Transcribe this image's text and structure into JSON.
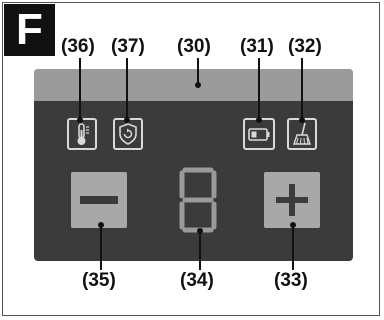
{
  "figure": {
    "letter": "F"
  },
  "callouts": {
    "c36": "(36)",
    "c37": "(37)",
    "c30": "(30)",
    "c31": "(31)",
    "c32": "(32)",
    "c35": "(35)",
    "c34": "(34)",
    "c33": "(33)"
  },
  "display": {
    "digit": "8"
  },
  "icons": {
    "temperature": "thermometer-icon",
    "shield": "shield-refresh-icon",
    "battery": "battery-icon",
    "brush": "broom-icon",
    "minus": "minus-icon",
    "plus": "plus-icon"
  },
  "colors": {
    "panel": "#3b3b3b",
    "panel_top": "#9b9b9b",
    "button": "#a8a8a8",
    "icon_stroke": "#d9d9d9",
    "segment": "#9a9a9a"
  }
}
